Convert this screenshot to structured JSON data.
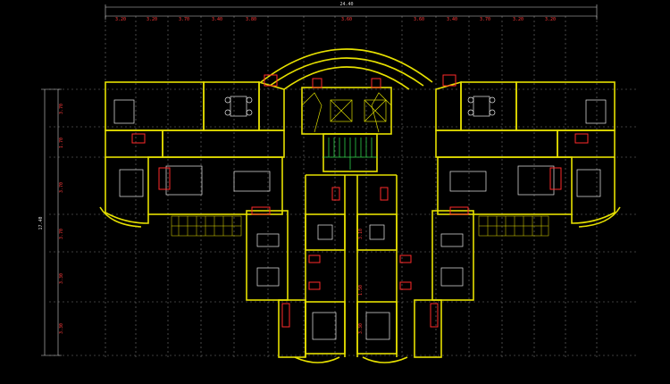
{
  "drawing": {
    "colors": {
      "background": "#000000",
      "wall": "#e6e000",
      "furniture": "#e8e8e8",
      "fixtures": "#ff2a2a",
      "stair": "#2fd04a",
      "grid": "#7a7a7a"
    },
    "top_total_dim": "24.40",
    "top_dims": [
      "3.20",
      "3.20",
      "3.70",
      "3.40",
      "3.80",
      "3.60",
      "3.40",
      "3.70",
      "3.20",
      "3.20"
    ],
    "top_center_dim": "3.60",
    "left_total_dim": "17.40",
    "left_dims": [
      "3.70",
      "1.70",
      "3.70",
      "3.70",
      "3.30",
      "3.30"
    ],
    "center_dims": [
      "3.10",
      "1.50",
      "3.30"
    ]
  }
}
